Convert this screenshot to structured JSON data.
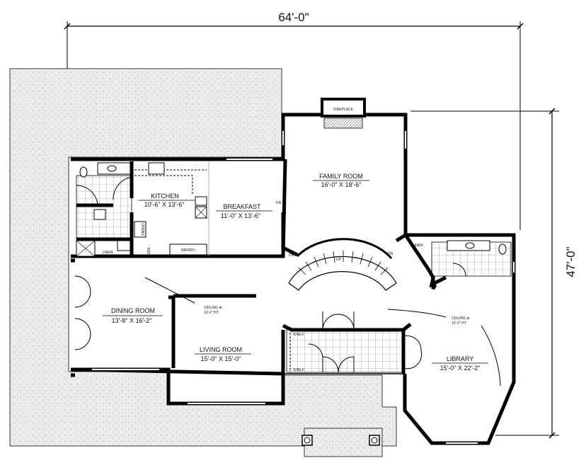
{
  "dimensions": {
    "width": "64'-0\"",
    "depth": "47'-0\""
  },
  "rooms": {
    "fireplace": "FIREPLACE",
    "family_room": {
      "name": "FAMILY ROOM",
      "size": "16'-0\" X 18'-6\""
    },
    "kitchen": {
      "name": "KITCHEN",
      "size": "10'-6\" X 13'-6\""
    },
    "breakfast": {
      "name": "BREAKFAST",
      "size": "11'-0\" X 13'-6\""
    },
    "pantry": "PANTRY",
    "ovens": "OVENS",
    "ref": "REF",
    "linen_left": "LINEN",
    "linen_right": "LINEN",
    "dining_room": {
      "name": "DINING ROOM",
      "size": "13'-8\" X 16'-2\""
    },
    "living_room": {
      "name": "LIVING ROOM",
      "size": "15'-0\" X 15'-0\""
    },
    "library": {
      "name": "LIBRARY",
      "size": "15'-0\" X 22'-2\""
    },
    "ceiling_left": {
      "line1": "CEILING ⊕",
      "line2": "10'-2\" HT"
    },
    "ceiling_right": {
      "line1": "CEILING ⊕",
      "line2": "10'-2\" HT"
    },
    "shelf_top": "SHELF",
    "shelf_bottom": "SHELF",
    "dn": "DN",
    "up": "UP"
  }
}
